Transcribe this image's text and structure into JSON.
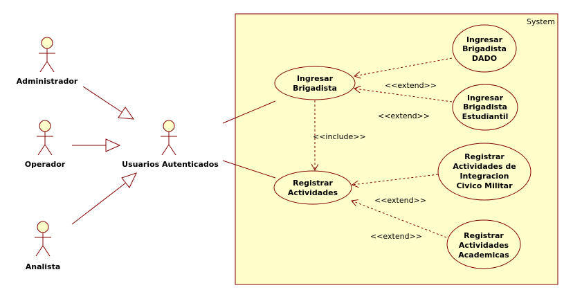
{
  "system": {
    "label": "System",
    "fill": "#ffffcc",
    "stroke": "#800000"
  },
  "colors": {
    "line": "#800000",
    "ink": "#000000",
    "actor_fill": "#ffffcc"
  },
  "actors": {
    "administrador": {
      "label": "Administrador"
    },
    "operador": {
      "label": "Operador"
    },
    "analista": {
      "label": "Analista"
    },
    "usuarios": {
      "label": "Usuarios Autenticados"
    }
  },
  "use_cases": {
    "ingresar_brigadista": {
      "lines": [
        "Ingresar",
        "Brigadista"
      ]
    },
    "registrar_actividades": {
      "lines": [
        "Registrar",
        "Actividades"
      ]
    },
    "ingresar_dado": {
      "lines": [
        "Ingresar",
        "Brigadista",
        "DADO"
      ]
    },
    "ingresar_estudiantil": {
      "lines": [
        "Ingresar",
        "Brigadista",
        "Estudiantil"
      ]
    },
    "registrar_integracion": {
      "lines": [
        "Registrar",
        "Actividades de",
        "Integracion",
        "Civico Militar"
      ]
    },
    "registrar_academicas": {
      "lines": [
        "Registrar",
        "Actividades",
        "Academicas"
      ]
    }
  },
  "relations": {
    "include_label": "<<include>>",
    "extend_dado": "<<extend>>",
    "extend_estudiantil": "<<extend>>",
    "extend_integracion": "<<extend>>",
    "extend_academicas": "<<extend>>"
  }
}
